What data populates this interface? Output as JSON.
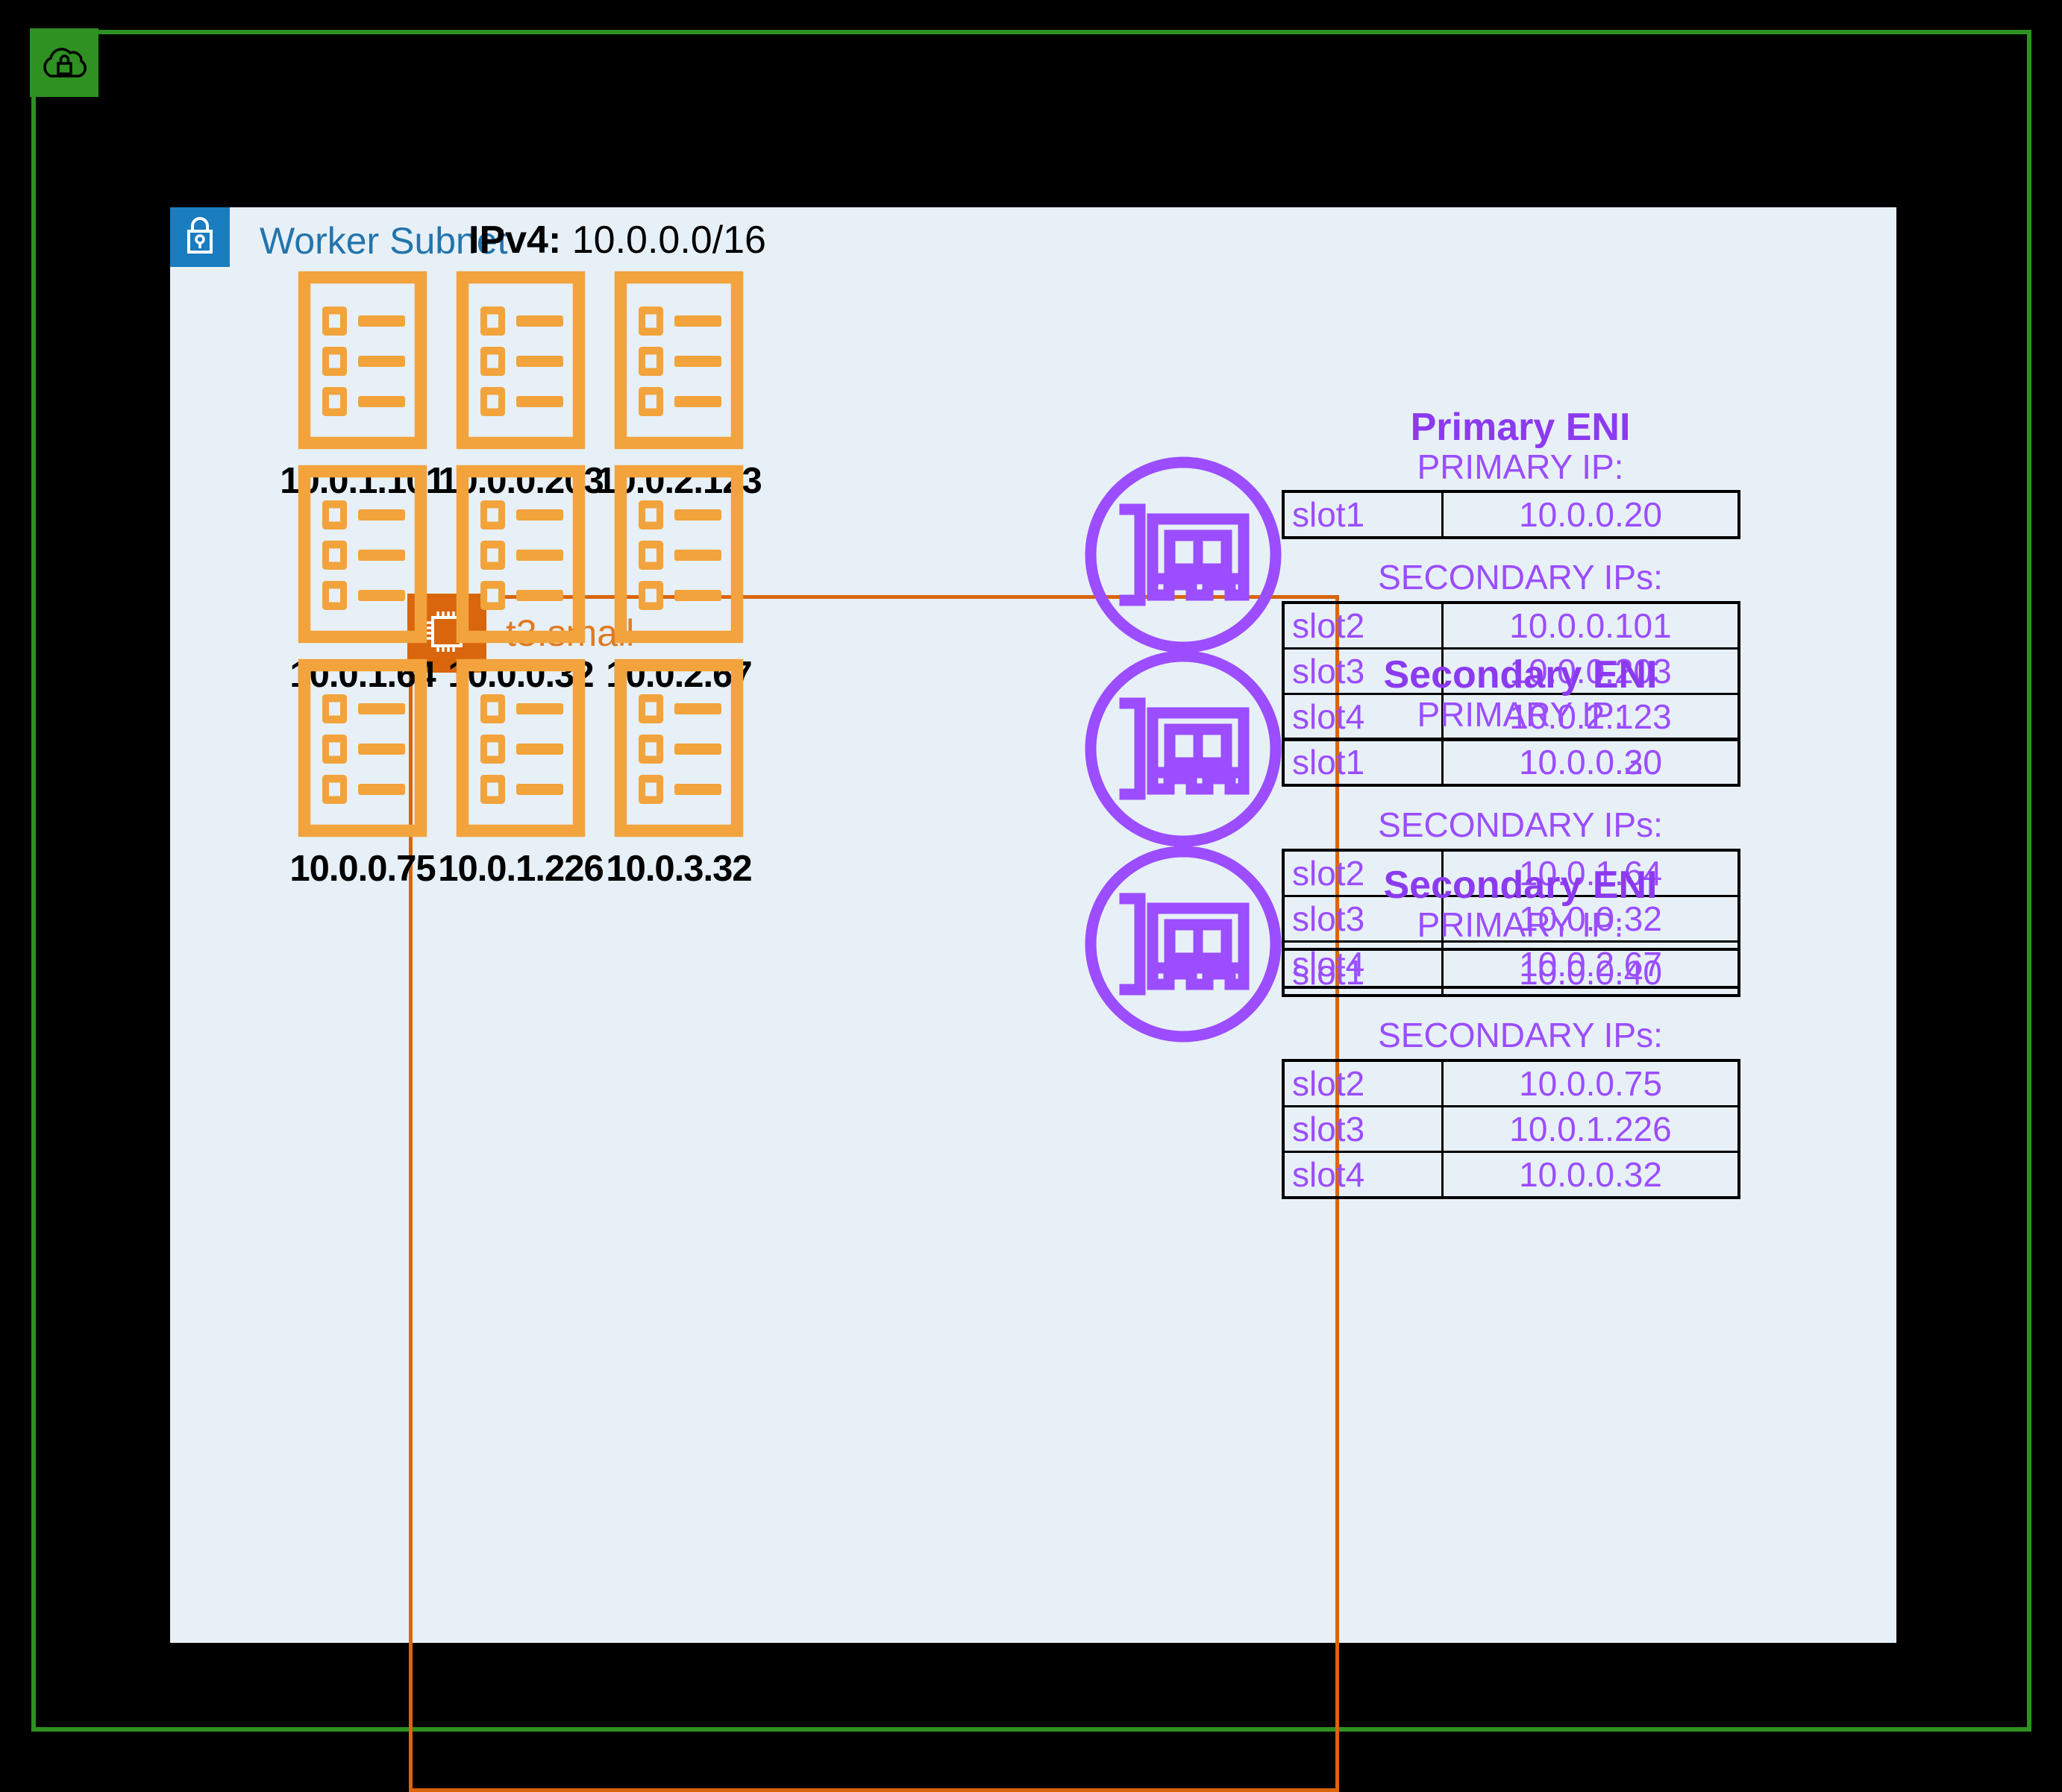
{
  "vpc": {
    "badge_icon": "cloud-lock-icon",
    "border_color": "#2E9121"
  },
  "subnet": {
    "badge_icon": "padlock-icon",
    "title": "Worker Subnet",
    "cidr_label": "IPv4:",
    "cidr_value": "10.0.0.0/16",
    "title_color": "#2374AB",
    "bg_color": "#E7F0F7"
  },
  "instance": {
    "badge_icon": "cpu-chip-icon",
    "label": "t3.small",
    "border_color": "#D9650D",
    "label_color": "#E07B22"
  },
  "pods": [
    {
      "icon": "pod-icon",
      "ip": "10.0.1.101"
    },
    {
      "icon": "pod-icon",
      "ip": "10.0.0.203"
    },
    {
      "icon": "pod-icon",
      "ip": "10.0.2.123"
    },
    {
      "icon": "pod-icon",
      "ip": "10.0.1.64"
    },
    {
      "icon": "pod-icon",
      "ip": "10.0.0.32"
    },
    {
      "icon": "pod-icon",
      "ip": "10.0.2.67"
    },
    {
      "icon": "pod-icon",
      "ip": "10.0.0.75"
    },
    {
      "icon": "pod-icon",
      "ip": "10.0.1.226"
    },
    {
      "icon": "pod-icon",
      "ip": "10.0.3.32"
    }
  ],
  "enis": [
    {
      "icon": "network-interface-card-icon",
      "title": "Primary ENI",
      "primary_label": "PRIMARY IP:",
      "primary_rows": [
        {
          "slot": "slot1",
          "ip": "10.0.0.20"
        }
      ],
      "secondary_label": "SECONDARY IPs:",
      "secondary_rows": [
        {
          "slot": "slot2",
          "ip": "10.0.0.101"
        },
        {
          "slot": "slot3",
          "ip": "10.0.0.203"
        },
        {
          "slot": "slot4",
          "ip": "10.0.2.123"
        }
      ]
    },
    {
      "icon": "network-interface-card-icon",
      "title": "Secondary ENI",
      "primary_label": "PRIMARY IP:",
      "primary_rows": [
        {
          "slot": "slot1",
          "ip": "10.0.0.20",
          "ip_overlap": "10.0.0.30"
        }
      ],
      "secondary_label": "SECONDARY IPs:",
      "secondary_rows": [
        {
          "slot": "slot2",
          "ip": "10.0.1.64"
        },
        {
          "slot": "slot3",
          "ip": "10.0.0.32"
        },
        {
          "slot": "slot4",
          "ip": "10.0.2.67"
        }
      ]
    },
    {
      "icon": "network-interface-card-icon",
      "title": "Secondary ENI",
      "primary_label": "PRIMARY IP:",
      "primary_rows": [
        {
          "slot": "slot1",
          "ip": "10.0.0.40"
        }
      ],
      "secondary_label": "SECONDARY IPs:",
      "secondary_rows": [
        {
          "slot": "slot2",
          "ip": "10.0.0.75"
        },
        {
          "slot": "slot3",
          "ip": "10.0.1.226"
        },
        {
          "slot": "slot4",
          "ip": "10.0.0.32"
        }
      ]
    }
  ],
  "colors": {
    "purple": "#9B4DFF",
    "purple_bold": "#8C3AF0",
    "orange": "#E07B22",
    "orange_dark": "#D9650D",
    "blue": "#2374AB",
    "green": "#2E9121"
  }
}
